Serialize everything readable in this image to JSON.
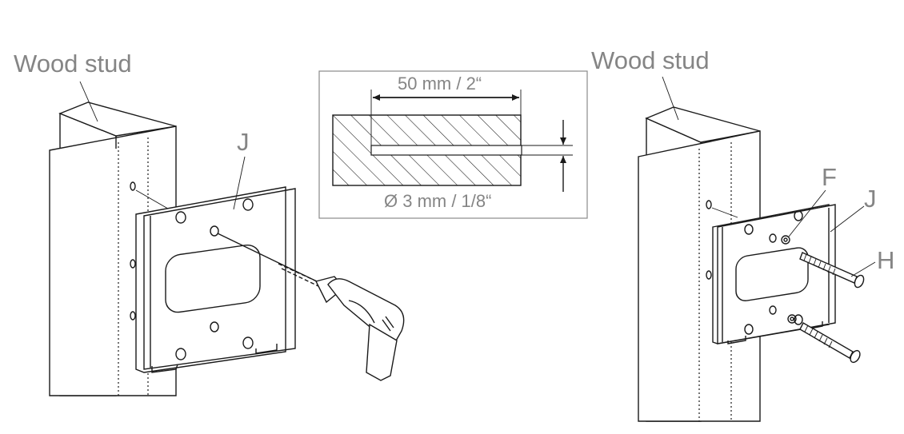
{
  "labels": {
    "left_wood_stud": "Wood stud",
    "right_wood_stud": "Wood stud",
    "left_bracket": "J",
    "right_bracket": "J",
    "washer": "F",
    "screw": "H"
  },
  "detail": {
    "depth": "50 mm / 2“",
    "diameter": "Ø 3 mm / 1/8“"
  }
}
